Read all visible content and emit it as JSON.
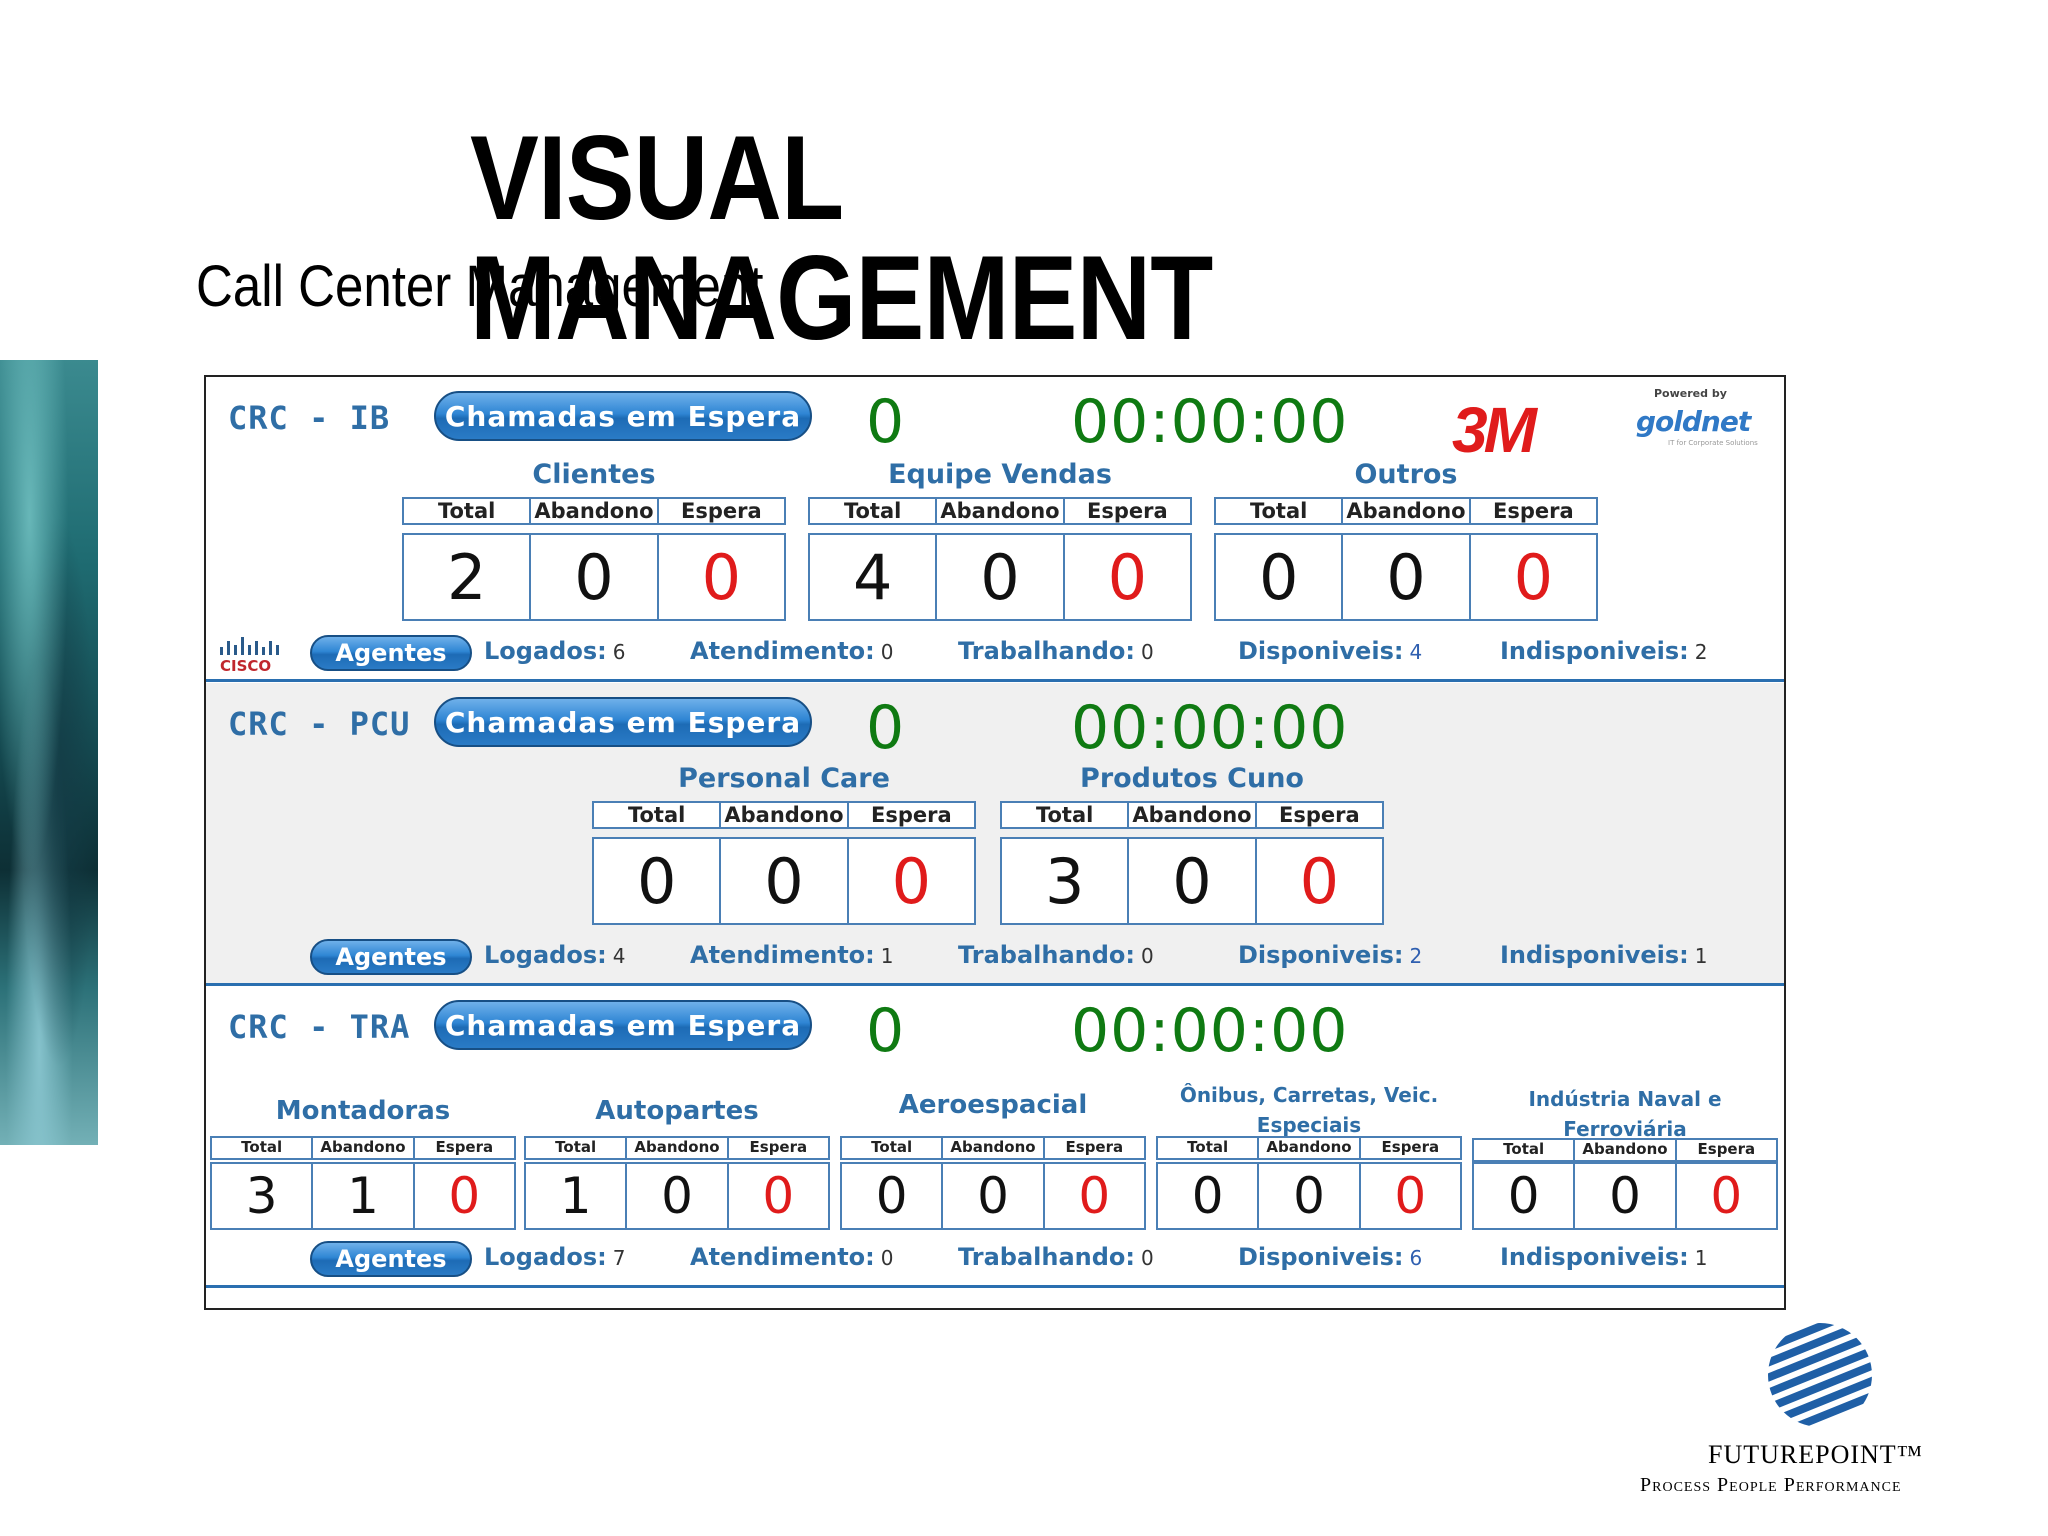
{
  "slide": {
    "title": "VISUAL MANAGEMENT",
    "subtitle": "Call Center Management"
  },
  "branding": {
    "brand_3m": "3M",
    "powered_by": "Powered by",
    "goldnet": "goldnet",
    "goldnet_tagline": "IT for Corporate Solutions",
    "cisco": "CISCO",
    "futurepoint_name": "FUTUREPOINT™",
    "futurepoint_tagline": "Process People Performance"
  },
  "common": {
    "queue_button": "Chamadas em Espera",
    "agents_button": "Agentes",
    "headers": [
      "Total",
      "Abandono",
      "Espera"
    ],
    "labels": {
      "logados": "Logados:",
      "atendimento": "Atendimento:",
      "trabalhando": "Trabalhando:",
      "disponiveis": "Disponiveis:",
      "indisponiveis": "Indisponiveis:"
    }
  },
  "sections": [
    {
      "name": "CRC - IB",
      "queue_count": "0",
      "queue_time": "00:00:00",
      "groups": [
        {
          "title": "Clientes",
          "values": [
            "2",
            "0",
            "0"
          ]
        },
        {
          "title": "Equipe Vendas",
          "values": [
            "4",
            "0",
            "0"
          ]
        },
        {
          "title": "Outros",
          "values": [
            "0",
            "0",
            "0"
          ]
        }
      ],
      "agents": {
        "logados": "6",
        "atendimento": "0",
        "trabalhando": "0",
        "disponiveis": "4",
        "indisponiveis": "2"
      }
    },
    {
      "name": "CRC - PCU",
      "queue_count": "0",
      "queue_time": "00:00:00",
      "groups": [
        {
          "title": "Personal Care",
          "values": [
            "0",
            "0",
            "0"
          ]
        },
        {
          "title": "Produtos Cuno",
          "values": [
            "3",
            "0",
            "0"
          ]
        }
      ],
      "agents": {
        "logados": "4",
        "atendimento": "1",
        "trabalhando": "0",
        "disponiveis": "2",
        "indisponiveis": "1"
      }
    },
    {
      "name": "CRC - TRA",
      "queue_count": "0",
      "queue_time": "00:00:00",
      "groups": [
        {
          "title": "Montadoras",
          "values": [
            "3",
            "1",
            "0"
          ]
        },
        {
          "title": "Autopartes",
          "values": [
            "1",
            "0",
            "0"
          ]
        },
        {
          "title": "Aeroespacial",
          "values": [
            "0",
            "0",
            "0"
          ]
        },
        {
          "title_line1": "Ônibus, Carretas, Veic.",
          "title_line2": "Especiais",
          "values": [
            "0",
            "0",
            "0"
          ]
        },
        {
          "title_line1": "Indústria Naval e",
          "title_line2": "Ferroviária",
          "values": [
            "0",
            "0",
            "0"
          ]
        }
      ],
      "agents": {
        "logados": "7",
        "atendimento": "0",
        "trabalhando": "0",
        "disponiveis": "6",
        "indisponiveis": "1"
      }
    }
  ]
}
